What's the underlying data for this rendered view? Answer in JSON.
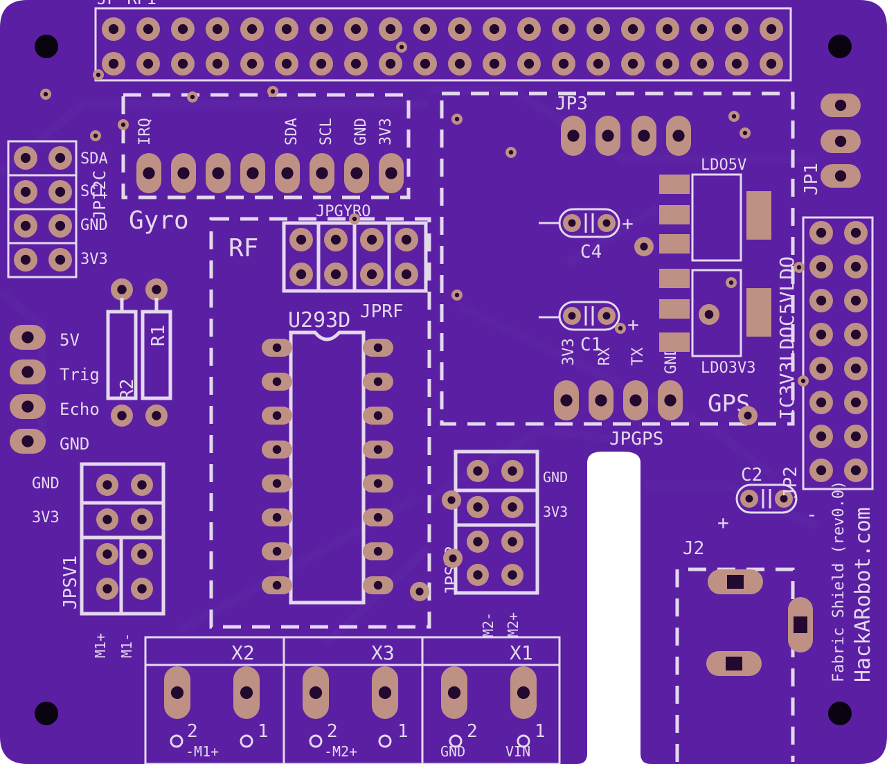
{
  "board": {
    "revision": "Fabric Shield (rev0.0)",
    "website": "HackARobot.com",
    "top_header": "JP_RPI",
    "colors": {
      "substrate": "#5b1fa3",
      "silkscreen": "#e4d8ee",
      "copper": "#bf9185"
    }
  },
  "modules": {
    "gyro": {
      "name": "Gyro",
      "header": "JPGYRO",
      "pins": [
        "IRQ",
        "SDA",
        "SCL",
        "GND",
        "3V3"
      ]
    },
    "rf": {
      "name": "RF",
      "header": "JPRF"
    },
    "gps": {
      "name": "GPS",
      "header": "JPGPS",
      "pins": [
        "3V3",
        "RX",
        "TX",
        "GND"
      ]
    },
    "driver": {
      "name": "U293D"
    },
    "i2c": {
      "header": "JPI2C",
      "pins": [
        "SDA",
        "SCL",
        "GND",
        "3V3"
      ]
    },
    "ultrasonic": {
      "pins": [
        "5V",
        "Trig",
        "Echo",
        "GND"
      ]
    },
    "psu1": {
      "header": "JPSV1",
      "pins": [
        "GND",
        "3V3"
      ]
    },
    "psu2": {
      "header": "JPSV2",
      "pins": [
        "GND",
        "3V3"
      ]
    },
    "regulators": {
      "ldo5": "LDO5V",
      "ldo3": "LDO3V3",
      "ic_label": "IC3V3LDOC5VLDO"
    }
  },
  "components": {
    "r1": "R1",
    "r2": "R2",
    "c1": "C1",
    "c2": "C2",
    "c4": "C4",
    "jp1": "JP1",
    "jp2": "JP2",
    "jp3": "JP3",
    "j2": "J2",
    "x1": "X1",
    "x2": "X2",
    "x3": "X3",
    "polarity_plus": "+",
    "polarity_minus": "-"
  },
  "terminals": {
    "x2": {
      "label": "X2",
      "pin2": "2",
      "pin1": "1",
      "net": "-M1+"
    },
    "x3": {
      "label": "X3",
      "pin2": "2",
      "pin1": "1",
      "net": "-M2+"
    },
    "x1": {
      "label": "X1",
      "pin2": "2",
      "pin1": "1",
      "net_left": "GND",
      "net_right": "VIN"
    }
  },
  "motor_pins": {
    "m1p": "M1+",
    "m1n": "M1-",
    "m2n": "M2-",
    "m2p": "M2+"
  }
}
